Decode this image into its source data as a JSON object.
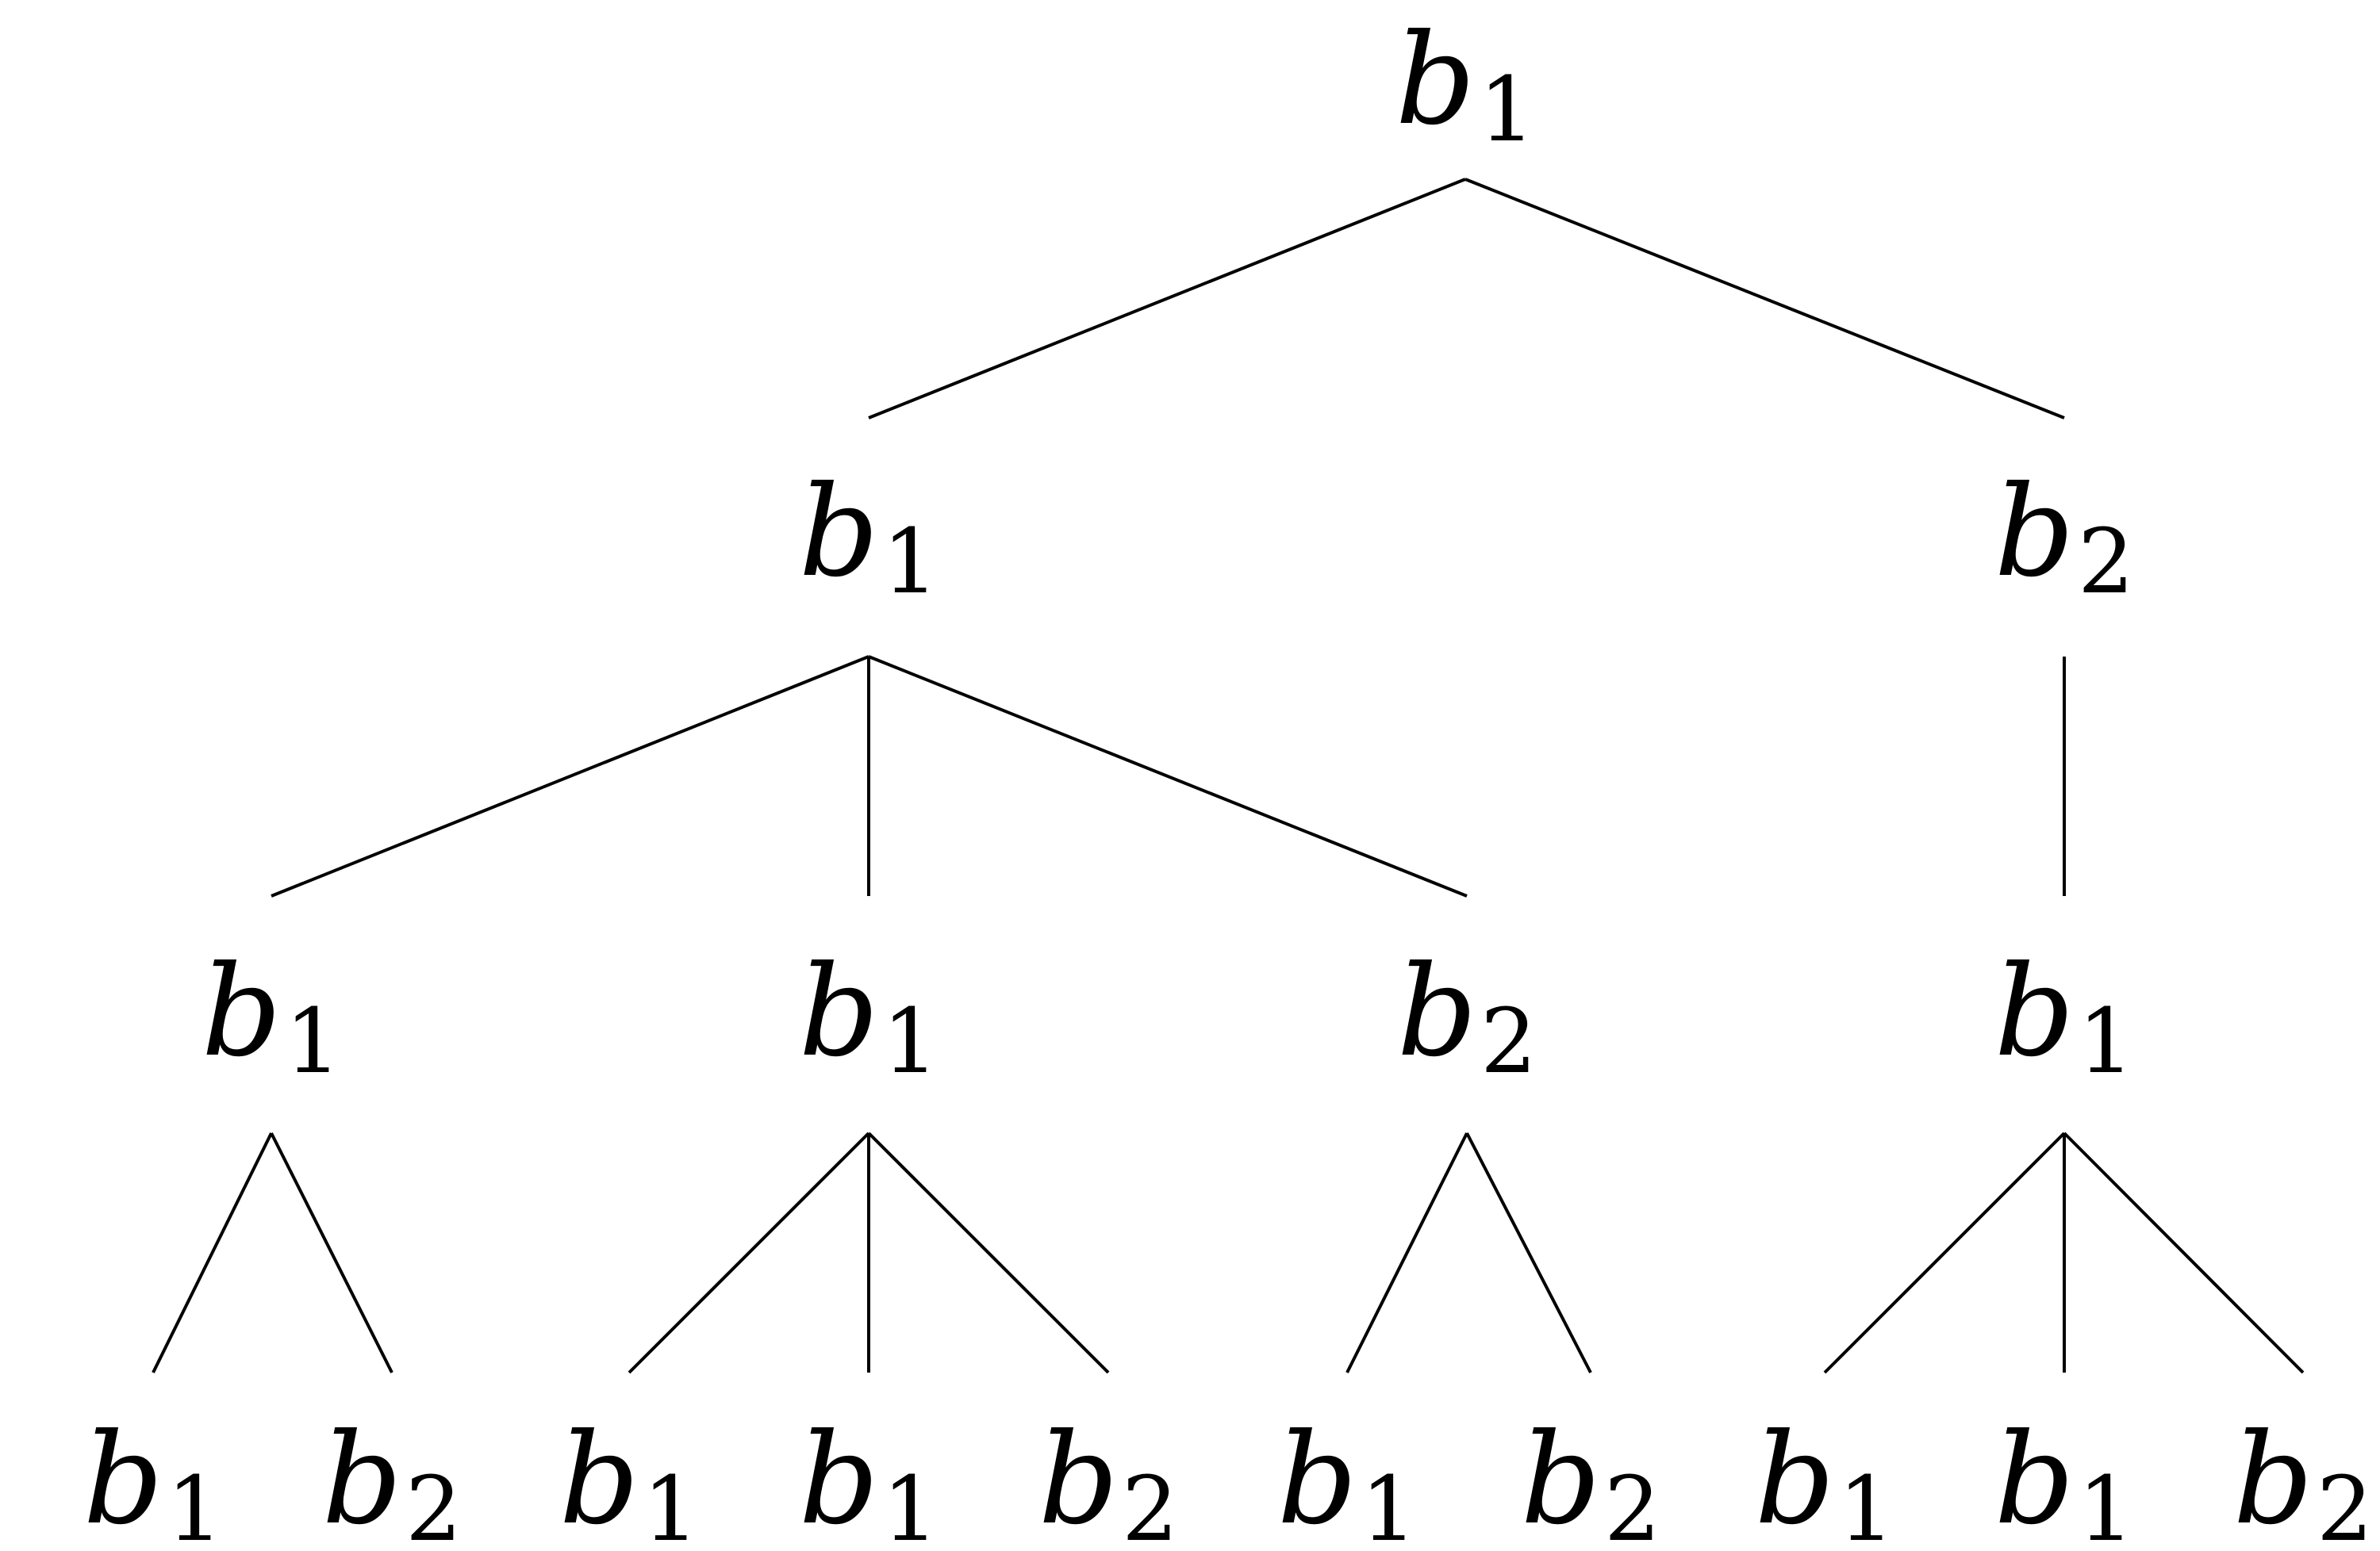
{
  "tree": {
    "label": "b1",
    "letter": "b",
    "index": "1",
    "children": [
      {
        "label": "b1",
        "letter": "b",
        "index": "1",
        "children": [
          {
            "label": "b1",
            "letter": "b",
            "index": "1",
            "children": [
              {
                "label": "b1",
                "letter": "b",
                "index": "1",
                "children": []
              },
              {
                "label": "b2",
                "letter": "b",
                "index": "2",
                "children": []
              }
            ]
          },
          {
            "label": "b1",
            "letter": "b",
            "index": "1",
            "children": [
              {
                "label": "b1",
                "letter": "b",
                "index": "1",
                "children": []
              },
              {
                "label": "b1",
                "letter": "b",
                "index": "1",
                "children": []
              },
              {
                "label": "b2",
                "letter": "b",
                "index": "2",
                "children": []
              }
            ]
          },
          {
            "label": "b2",
            "letter": "b",
            "index": "2",
            "children": [
              {
                "label": "b1",
                "letter": "b",
                "index": "1",
                "children": []
              },
              {
                "label": "b2",
                "letter": "b",
                "index": "2",
                "children": []
              }
            ]
          }
        ]
      },
      {
        "label": "b2",
        "letter": "b",
        "index": "2",
        "children": [
          {
            "label": "b1",
            "letter": "b",
            "index": "1",
            "children": [
              {
                "label": "b1",
                "letter": "b",
                "index": "1",
                "children": []
              },
              {
                "label": "b1",
                "letter": "b",
                "index": "1",
                "children": []
              },
              {
                "label": "b2",
                "letter": "b",
                "index": "2",
                "children": []
              }
            ]
          }
        ]
      }
    ]
  }
}
